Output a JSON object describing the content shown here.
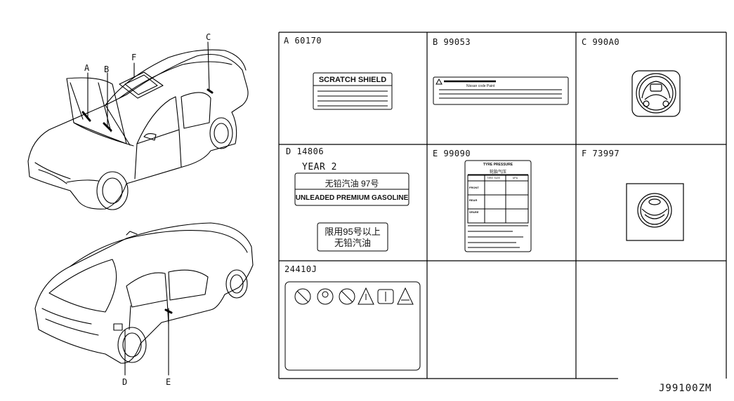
{
  "callouts": {
    "a": "A",
    "b": "B",
    "c": "C",
    "f": "F",
    "d": "D",
    "e": "E"
  },
  "cells": {
    "a": {
      "code": "A  60170",
      "label": "SCRATCH SHIELD"
    },
    "b": {
      "code": "B  99053",
      "warn_line": "Nissan code Paint"
    },
    "c": {
      "code": "C  990A0"
    },
    "d": {
      "code": "D  14806",
      "year": "YEAR 2",
      "fuel_cn": "无铅汽油  97号",
      "fuel_en": "UNLEADED PREMIUM GASOLINE",
      "limit_cn_1": "限用95号以上",
      "limit_cn_2": "无铅汽油"
    },
    "e": {
      "code": "E  99090",
      "title": "TYRE PRESSURE",
      "title_cn": "轮胎气压",
      "col1": "TIRE SIZE",
      "col2": "kPa",
      "row1": "FRONT",
      "row2": "REAR",
      "row3": "SPARE"
    },
    "f": {
      "code": "F  73997"
    },
    "g": {
      "code": "24410J"
    }
  },
  "part_number": "J99100ZM"
}
